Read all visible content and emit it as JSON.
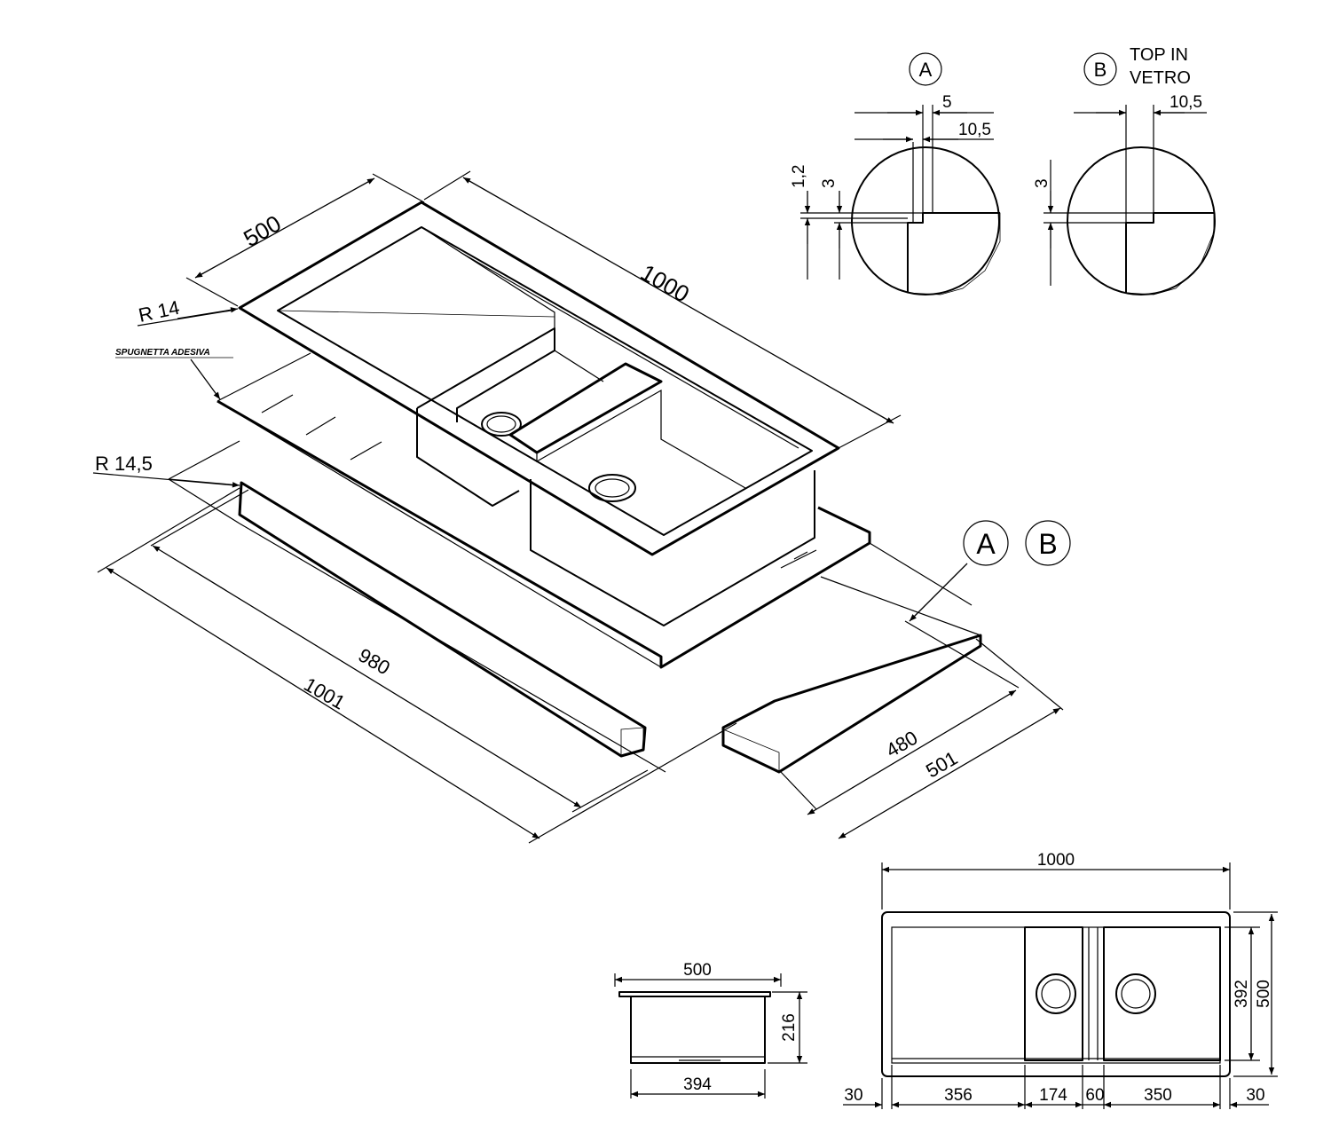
{
  "iso": {
    "width_500": "500",
    "length_1000": "1000",
    "r14": "R 14",
    "r145": "R 14,5",
    "sponge_label": "SPUGNETTA ADESIVA",
    "d980": "980",
    "d1001": "1001",
    "d480": "480",
    "d501": "501",
    "callout_a": "A",
    "callout_b": "B"
  },
  "detail_a": {
    "label": "A",
    "d5": "5",
    "d105": "10,5",
    "d12": "1,2",
    "d3": "3"
  },
  "detail_b": {
    "label": "B",
    "note_line1": "TOP IN",
    "note_line2": "VETRO",
    "d105": "10,5",
    "d3": "3"
  },
  "side_view": {
    "top_width": "500",
    "height": "216",
    "bottom_width": "394"
  },
  "top_view": {
    "overall_length": "1000",
    "d392": "392",
    "d500": "500",
    "d30_left": "30",
    "d356": "356",
    "d174": "174",
    "d60": "60",
    "d350": "350",
    "d30_right": "30"
  },
  "colors": {
    "line": "#000000",
    "background": "#ffffff"
  }
}
